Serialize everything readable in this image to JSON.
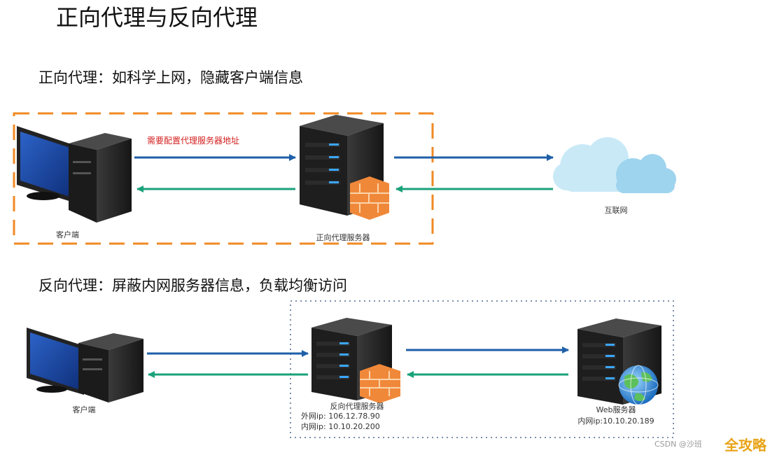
{
  "title": "正向代理与反向代理",
  "forward": {
    "heading": "正向代理：如科学上网，隐藏客户端信息",
    "config_note": "需要配置代理服务器地址",
    "client_label": "客户端",
    "proxy_label": "正向代理服务器",
    "internet_label": "互联网"
  },
  "reverse": {
    "heading": "反向代理：屏蔽内网服务器信息，负载均衡访问",
    "client_label": "客户端",
    "proxy_label": "反向代理服务器",
    "proxy_ext_ip": "外网ip: 106.12.78.90",
    "proxy_int_ip": "内网ip: 10.10.20.200",
    "web_label": "Web服务器",
    "web_ip": "内网ip:10.10.20.189"
  },
  "footer": {
    "watermark": "CSDN @沙班",
    "brand": "全攻略"
  },
  "colors": {
    "blue_arrow": "#1f5fa8",
    "green_arrow": "#1aa27a",
    "orange_border": "#f08a24",
    "dotted_border": "#7a8fa8"
  }
}
